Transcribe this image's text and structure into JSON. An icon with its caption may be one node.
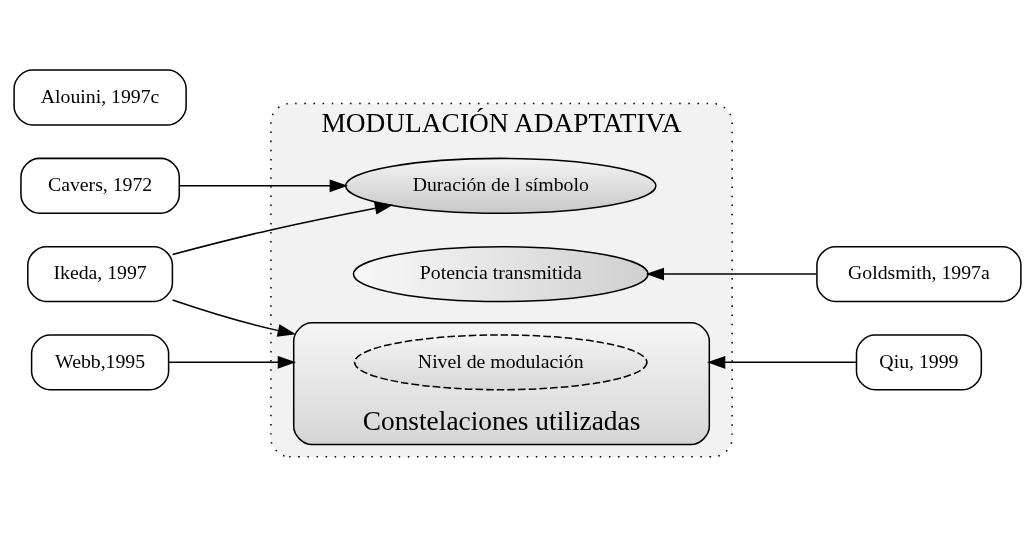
{
  "diagram": {
    "nodes": [
      {
        "text": [
          "MODULACIÓN ADAPTATIVA"
        ]
      },
      {
        "text": [
          "Duración de l símbolo"
        ],
        "in": 0
      },
      {
        "text": [
          "Potencia transmitida"
        ],
        "in": 0
      },
      {
        "text": [
          "Constelaciones utilizadas"
        ],
        "in": 0
      },
      {
        "text": [
          "Nivel de modulación"
        ],
        "in": 3
      },
      {
        "text": [
          "Cavers, 1972"
        ]
      },
      {
        "text": [
          "Ikeda, 1997"
        ]
      },
      {
        "text": [
          "Webb,1995"
        ]
      },
      {
        "text": [
          "Alouini, 1997c"
        ]
      },
      {
        "text": [
          "Goldsmith, 1997a"
        ]
      },
      {
        "text": [
          "Qiu, 1999"
        ]
      }
    ],
    "edges": [
      {
        "from": 5,
        "to": 1,
        "arrow": "to"
      },
      {
        "from": 6,
        "to": 1,
        "arrow": "to"
      },
      {
        "from": 6,
        "to": 3,
        "arrow": "to"
      },
      {
        "from": 7,
        "to": 3,
        "arrow": "to"
      },
      {
        "from": 9,
        "to": 2,
        "arrow": "to"
      },
      {
        "from": 10,
        "to": 3,
        "arrow": "to"
      }
    ]
  }
}
